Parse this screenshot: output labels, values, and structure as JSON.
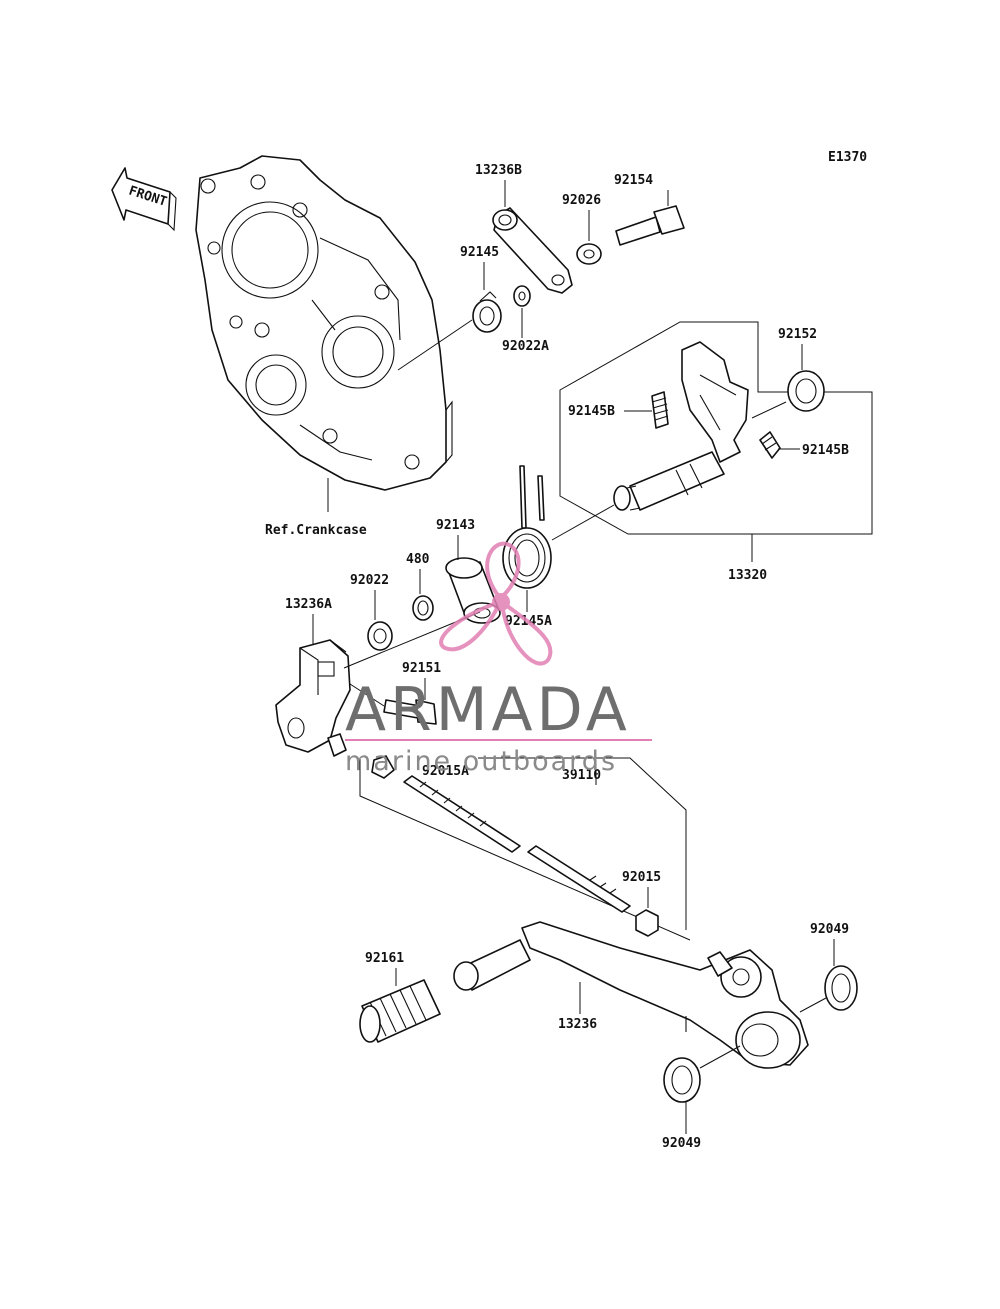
{
  "diagram_code": "E1370",
  "front_label": "FRONT",
  "reference_label": "Ref.Crankcase",
  "parts": {
    "p13236B": "13236B",
    "p92154": "92154",
    "p92026": "92026",
    "p92145": "92145",
    "p92022A": "92022A",
    "p92152": "92152",
    "p92145B_left": "92145B",
    "p92145B_right": "92145B",
    "p13320": "13320",
    "p92143": "92143",
    "p480": "480",
    "p92022": "92022",
    "p92145A": "92145A",
    "p13236A": "13236A",
    "p92151": "92151",
    "p92015A": "92015A",
    "p39110": "39110",
    "p92015": "92015",
    "p92049_top": "92049",
    "p92161": "92161",
    "p13236": "13236",
    "p92049_bottom": "92049"
  },
  "watermark": {
    "brand": "ARMADA",
    "tagline": "marine outboards",
    "logo_color": "#e27fb3",
    "text_color": "#6e6e6e"
  }
}
